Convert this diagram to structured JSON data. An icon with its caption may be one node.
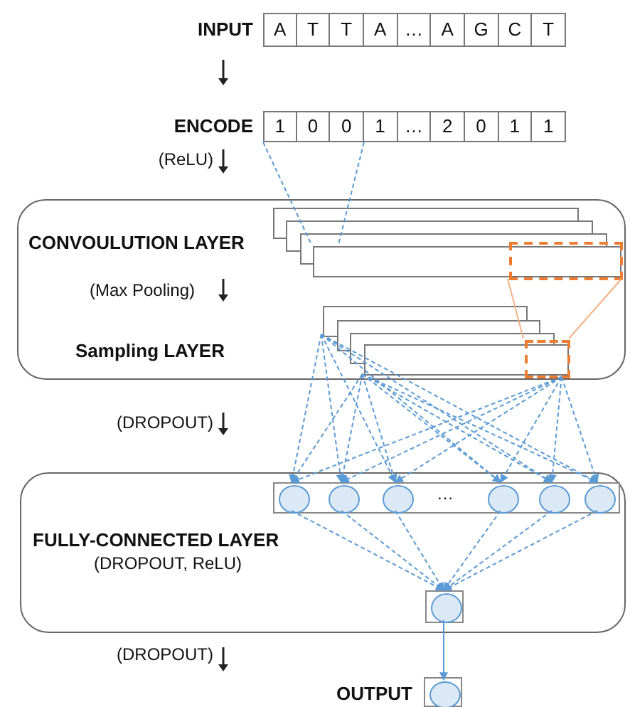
{
  "diagram": {
    "nodes": [
      {
        "text": [
          "A",
          "T",
          "T",
          "A",
          "…",
          "A",
          "G",
          "C",
          "T"
        ],
        "beside": [
          "INPUT"
        ]
      },
      {
        "text": [
          "1",
          "0",
          "0",
          "1",
          "…",
          "2",
          "0",
          "1",
          "1"
        ],
        "beside": [
          "ENCODE"
        ]
      },
      {
        "text": [
          "CONVOULUTION LAYER",
          "(Max Pooling)",
          "Sampling LAYER"
        ]
      },
      {
        "text": [],
        "shape": "box",
        "in": 2
      },
      {
        "text": [],
        "shape": "box",
        "in": 3
      },
      {
        "text": [],
        "shape": "box",
        "in": 2
      },
      {
        "text": [],
        "shape": "box",
        "in": 5
      },
      {
        "text": [
          "FULLY-CONNECTED LAYER",
          "(DROPOUT, ReLU)"
        ]
      },
      {
        "text": [
          "…"
        ],
        "in": 7
      },
      {
        "text": [],
        "shape": "circle",
        "in": 8
      },
      {
        "text": [],
        "shape": "circle",
        "in": 8
      },
      {
        "text": [],
        "shape": "circle",
        "in": 8
      },
      {
        "text": [],
        "shape": "circle",
        "in": 8
      },
      {
        "text": [],
        "shape": "circle",
        "in": 8
      },
      {
        "text": [],
        "shape": "circle",
        "in": 8
      },
      {
        "text": [],
        "shape": "box",
        "in": 7
      },
      {
        "text": [],
        "shape": "circle",
        "in": 15
      },
      {
        "text": [],
        "shape": "box",
        "beside": [
          "OUTPUT"
        ]
      },
      {
        "text": [],
        "shape": "circle",
        "in": 17
      }
    ],
    "edges": [
      {
        "from": 1,
        "to": 3,
        "arrow": "none",
        "style": "dashed"
      },
      {
        "from": 1,
        "to": 3,
        "arrow": "none",
        "style": "dashed"
      },
      {
        "from": 4,
        "to": 6,
        "arrow": "none",
        "color": "#f4b183"
      },
      {
        "from": 5,
        "to": 9,
        "arrow": "to",
        "style": "dashed"
      },
      {
        "from": 5,
        "to": 9,
        "arrow": "to",
        "style": "dashed"
      },
      {
        "from": 6,
        "to": 9,
        "arrow": "to",
        "style": "dashed"
      },
      {
        "from": 5,
        "to": 10,
        "arrow": "to",
        "style": "dashed"
      },
      {
        "from": 5,
        "to": 10,
        "arrow": "to",
        "style": "dashed"
      },
      {
        "from": 6,
        "to": 10,
        "arrow": "to",
        "style": "dashed"
      },
      {
        "from": 5,
        "to": 11,
        "arrow": "to",
        "style": "dashed"
      },
      {
        "from": 5,
        "to": 11,
        "arrow": "to",
        "style": "dashed"
      },
      {
        "from": 6,
        "to": 11,
        "arrow": "to",
        "style": "dashed"
      },
      {
        "from": 5,
        "to": 12,
        "arrow": "to",
        "style": "dashed"
      },
      {
        "from": 5,
        "to": 12,
        "arrow": "to",
        "style": "dashed"
      },
      {
        "from": 6,
        "to": 12,
        "arrow": "to",
        "style": "dashed"
      },
      {
        "from": 5,
        "to": 13,
        "arrow": "to",
        "style": "dashed"
      },
      {
        "from": 5,
        "to": 13,
        "arrow": "to",
        "style": "dashed"
      },
      {
        "from": 6,
        "to": 13,
        "arrow": "to",
        "style": "dashed"
      },
      {
        "from": 5,
        "to": 14,
        "arrow": "to",
        "style": "dashed"
      },
      {
        "from": 5,
        "to": 14,
        "arrow": "to",
        "style": "dashed"
      },
      {
        "from": 6,
        "to": 14,
        "arrow": "to",
        "style": "dashed"
      },
      {
        "from": 9,
        "to": 16,
        "arrow": "to",
        "style": "dashed"
      },
      {
        "from": 10,
        "to": 16,
        "arrow": "to",
        "style": "dashed"
      },
      {
        "from": 11,
        "to": 16,
        "arrow": "to",
        "style": "dashed"
      },
      {
        "from": 12,
        "to": 16,
        "arrow": "to",
        "style": "dashed"
      },
      {
        "from": 13,
        "to": 16,
        "arrow": "to",
        "style": "dashed"
      },
      {
        "from": 14,
        "to": 16,
        "arrow": "to",
        "style": "dashed"
      },
      {
        "from": 16,
        "to": 18,
        "arrow": "to"
      }
    ],
    "labels": [
      "(ReLU)",
      "(DROPOUT)",
      "(DROPOUT)"
    ]
  }
}
